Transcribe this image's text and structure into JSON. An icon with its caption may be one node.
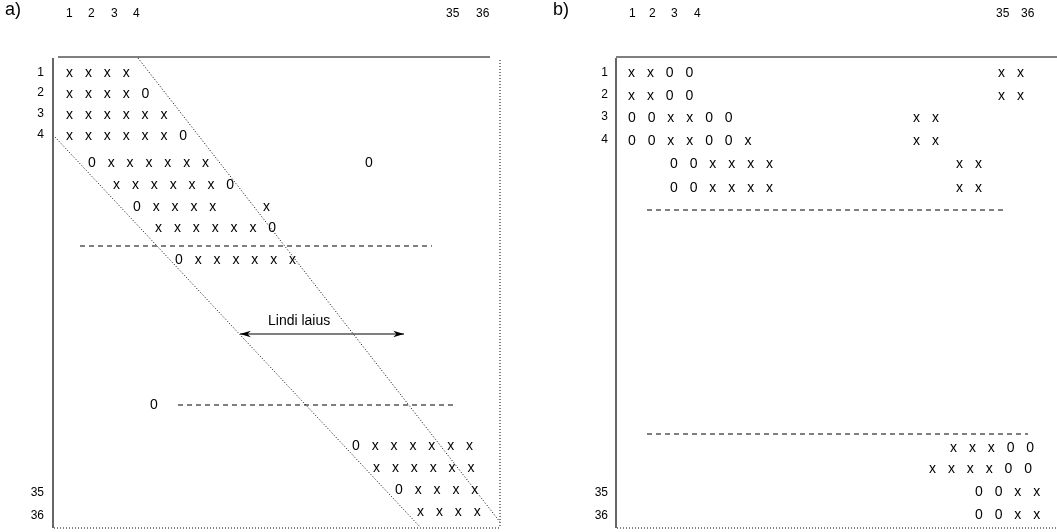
{
  "diagram": {
    "labels": [
      "a)",
      "1",
      "2",
      "3",
      "4",
      "35",
      "36",
      "1",
      "x x x x",
      "2",
      "x x x x 0",
      "3",
      "x x x x x x",
      "4",
      "x x x x x x 0",
      "0 x x x x x x",
      "0",
      "x x x x x x 0",
      "0 x x x x",
      "x",
      "x x x x x x 0",
      "0 x x x x x x",
      "Lindi laius",
      "0",
      "0 x x x x x x",
      "x x x x x x",
      "35",
      "0 x x x x",
      "36",
      "x x x x",
      "b)",
      "1",
      "2",
      "3",
      "4",
      "35",
      "36",
      "1",
      "x x 0 0",
      "x x",
      "2",
      "x x 0 0",
      "x x",
      "3",
      "0 0 x x 0 0",
      "x x",
      "4",
      "0 0 x x 0 0 x",
      "x x",
      "0 0 x x x x",
      "x x",
      "0 0 x x x x",
      "x x",
      "x x x 0 0",
      "x x x x 0 0",
      "35",
      "0 0 x x",
      "36",
      "0 0 x x"
    ]
  }
}
